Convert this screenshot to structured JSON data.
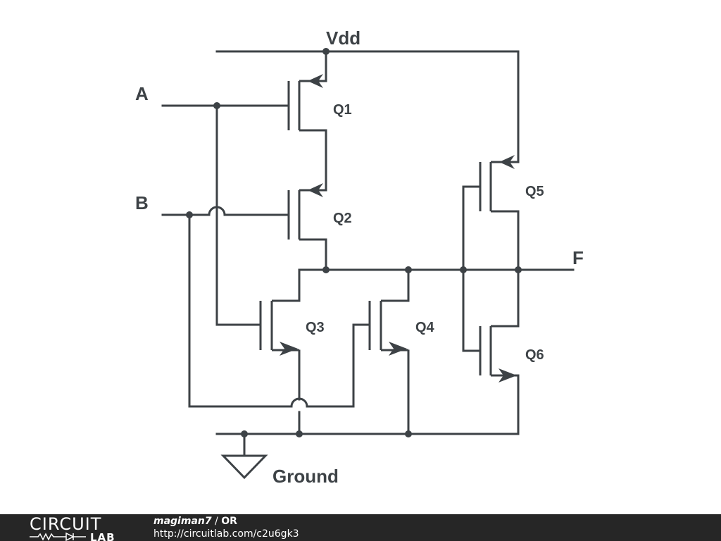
{
  "schematic": {
    "labels": {
      "vdd": "Vdd",
      "ground": "Ground",
      "input_a": "A",
      "input_b": "B",
      "output_f": "F"
    },
    "transistors": [
      "Q1",
      "Q2",
      "Q3",
      "Q4",
      "Q5",
      "Q6"
    ]
  },
  "footer": {
    "logo_top": "CIRCUIT",
    "logo_bottom": "LAB",
    "author": "magiman7",
    "separator": " / ",
    "title": "OR",
    "url": "http://circuitlab.com/c2u6gk3"
  },
  "colors": {
    "wire": "#3d4246",
    "footer_bg": "#262626",
    "footer_text": "#ffffff"
  }
}
